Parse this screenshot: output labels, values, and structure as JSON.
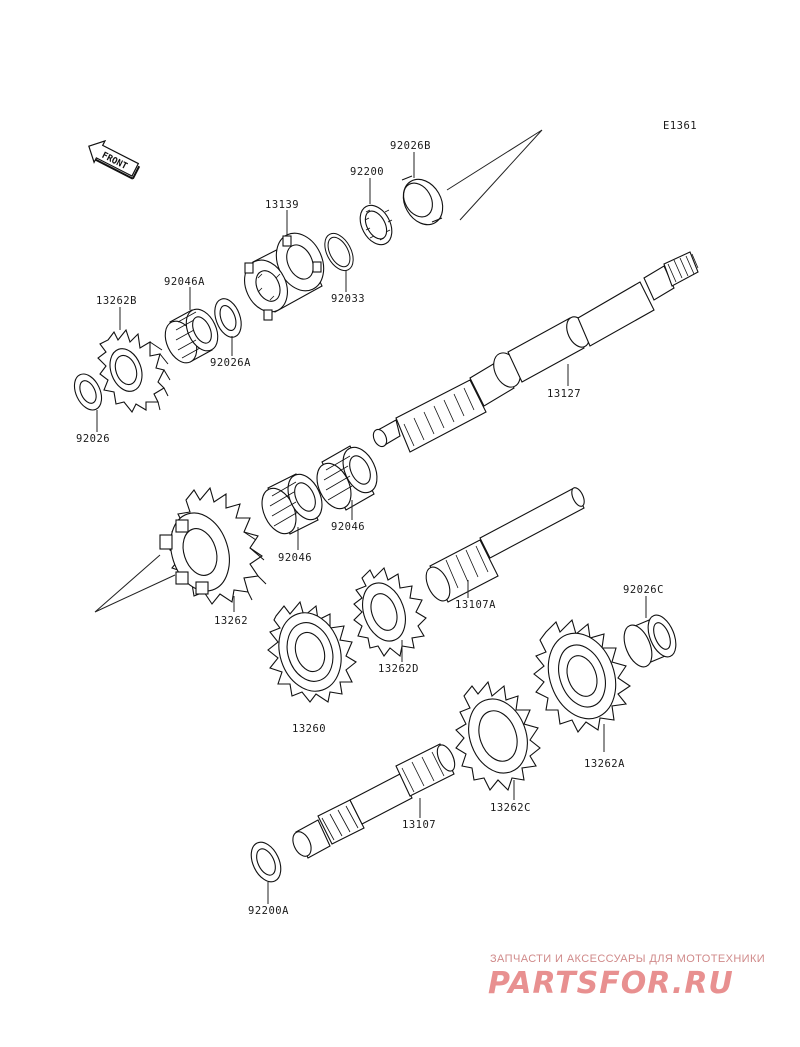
{
  "diagram_code": "E1361",
  "front_label": "FRONT",
  "parts": {
    "p92026B": "92026B",
    "p92200": "92200",
    "p13139": "13139",
    "p92033": "92033",
    "p92046A": "92046A",
    "p13262B": "13262B",
    "p92026A": "92026A",
    "p92026": "92026",
    "p13127": "13127",
    "p92046a": "92046",
    "p92046b": "92046",
    "p13262": "13262",
    "p13107A": "13107A",
    "p92026C": "92026C",
    "p13262D": "13262D",
    "p13260": "13260",
    "p13262A": "13262A",
    "p13262C": "13262C",
    "p13107": "13107",
    "p92200A": "92200A"
  },
  "watermark": {
    "caption": "ЗАПЧАСТИ И АКСЕССУАРЫ ДЛЯ МОТОТЕХНИКИ",
    "logo": "PARTSFOR.RU"
  }
}
